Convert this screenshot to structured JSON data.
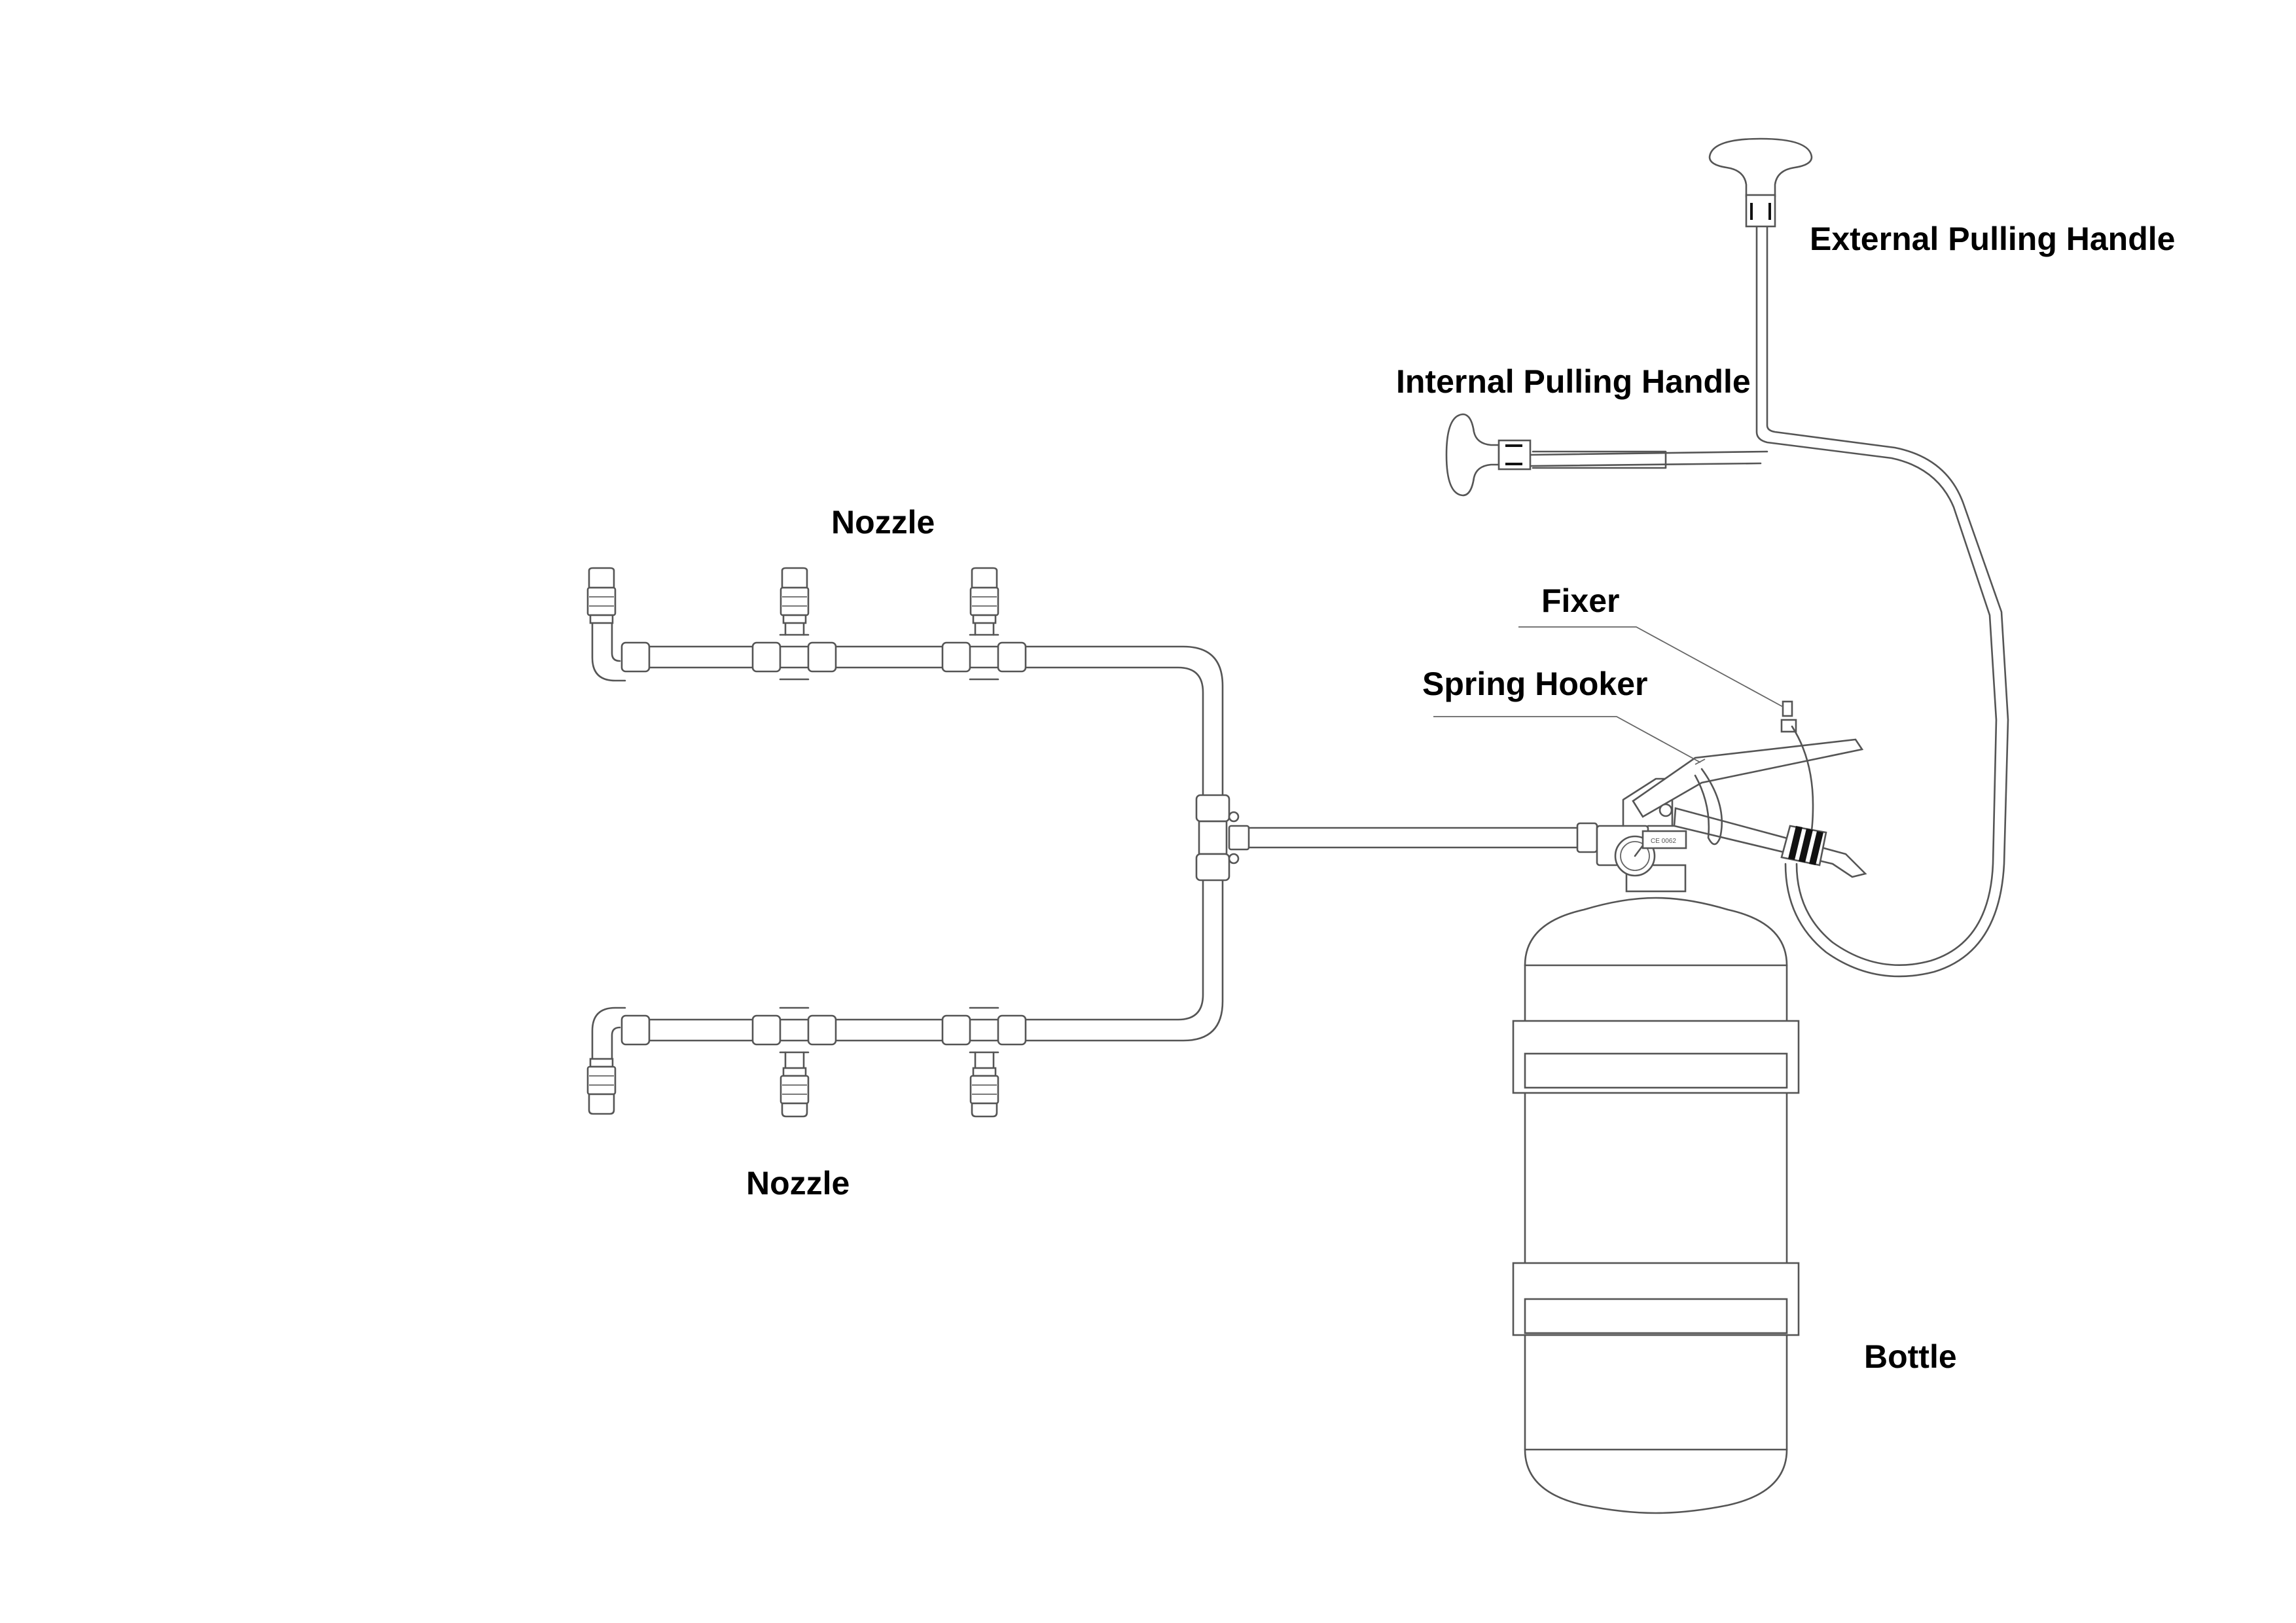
{
  "labels": {
    "external_pulling_handle": "External Pulling Handle",
    "internal_pulling_handle": "Internal Pulling Handle",
    "nozzle_top": "Nozzle",
    "nozzle_bottom": "Nozzle",
    "fixer": "Fixer",
    "spring_hooker": "Spring Hooker",
    "bottle": "Bottle"
  },
  "colors": {
    "line": "#555555",
    "text": "#000000",
    "background": "#ffffff"
  }
}
